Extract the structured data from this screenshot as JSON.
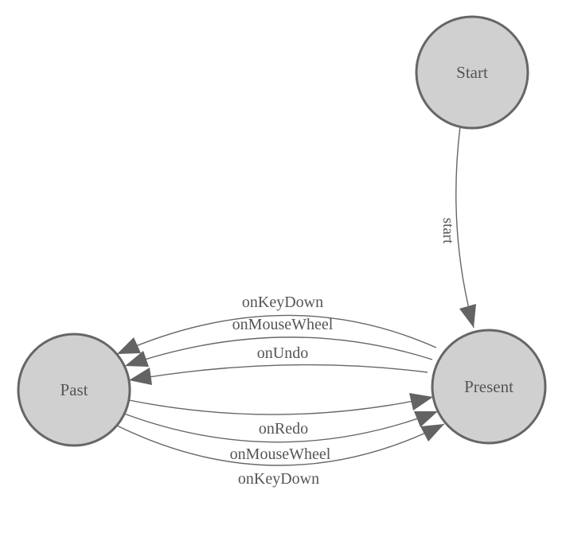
{
  "diagram": {
    "kind": "state-machine",
    "background": "#ffffff",
    "colors": {
      "node_fill": "#d0d0d0",
      "node_stroke": "#666666",
      "edge_line": "#666666",
      "arrowhead": "#636363",
      "label_text": "#555555"
    },
    "nodes": [
      {
        "id": "start",
        "label": "Start"
      },
      {
        "id": "present",
        "label": "Present"
      },
      {
        "id": "past",
        "label": "Past"
      }
    ],
    "edges": [
      {
        "from": "start",
        "to": "present",
        "label": "start"
      },
      {
        "from": "present",
        "to": "past",
        "label": "onKeyDown"
      },
      {
        "from": "present",
        "to": "past",
        "label": "onMouseWheel"
      },
      {
        "from": "present",
        "to": "past",
        "label": "onUndo"
      },
      {
        "from": "past",
        "to": "present",
        "label": "onRedo"
      },
      {
        "from": "past",
        "to": "present",
        "label": "onMouseWheel"
      },
      {
        "from": "past",
        "to": "present",
        "label": "onKeyDown"
      }
    ]
  }
}
